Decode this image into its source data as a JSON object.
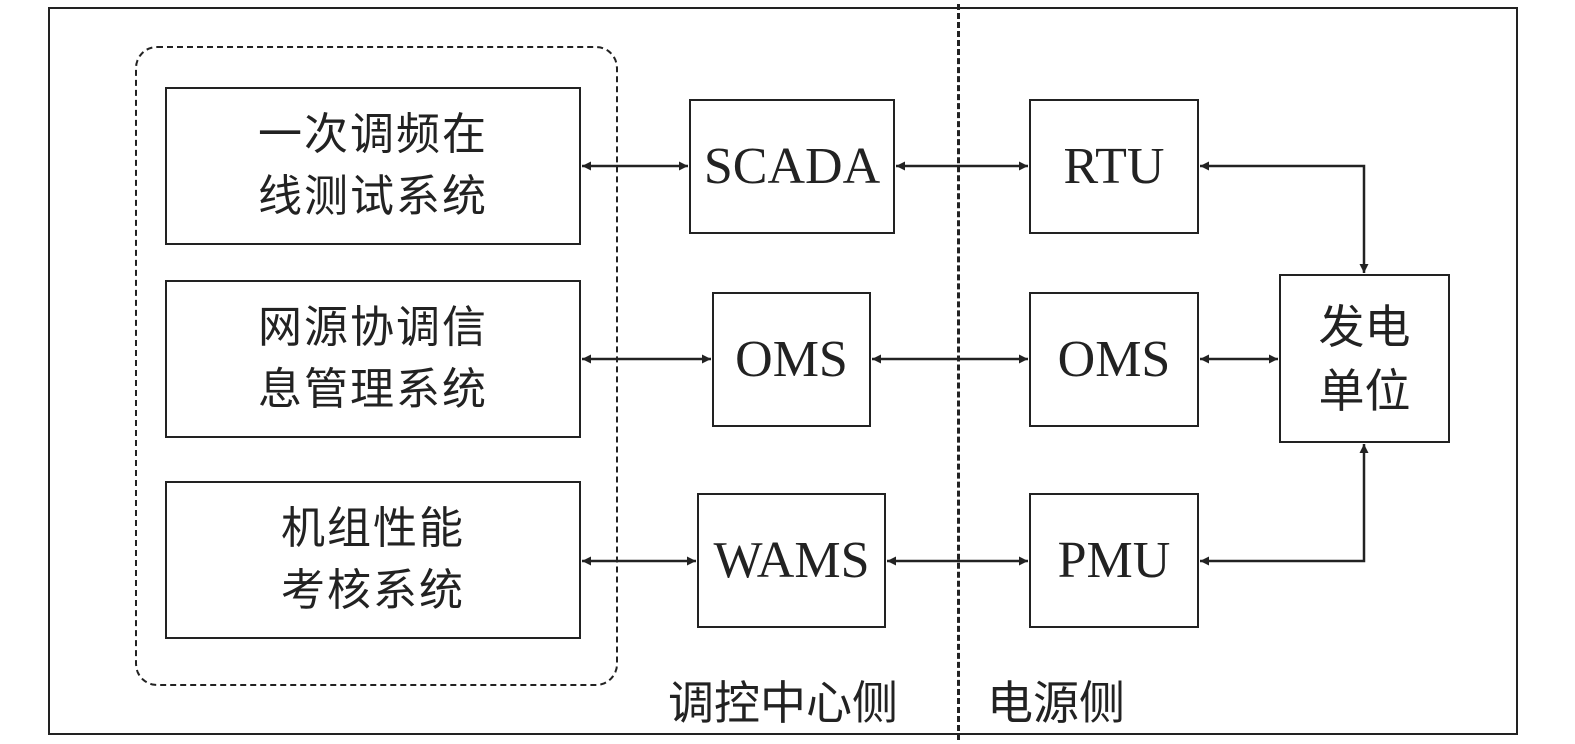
{
  "systems": {
    "pfr": {
      "line1": "一次调频在",
      "line2": "线测试系统"
    },
    "ps": {
      "line1": "网源协调信",
      "line2": "息管理系统"
    },
    "unit": {
      "line1": "机组性能",
      "line2": "考核系统"
    }
  },
  "control_side": {
    "row1": "SCADA",
    "row2": "OMS",
    "row3": "WAMS"
  },
  "power_side": {
    "row1": "RTU",
    "row2": "OMS",
    "row3": "PMU"
  },
  "generator": {
    "line1": "发电",
    "line2": "单位"
  },
  "labels": {
    "control_center_side": "调控中心侧",
    "power_source_side": "电源侧"
  }
}
